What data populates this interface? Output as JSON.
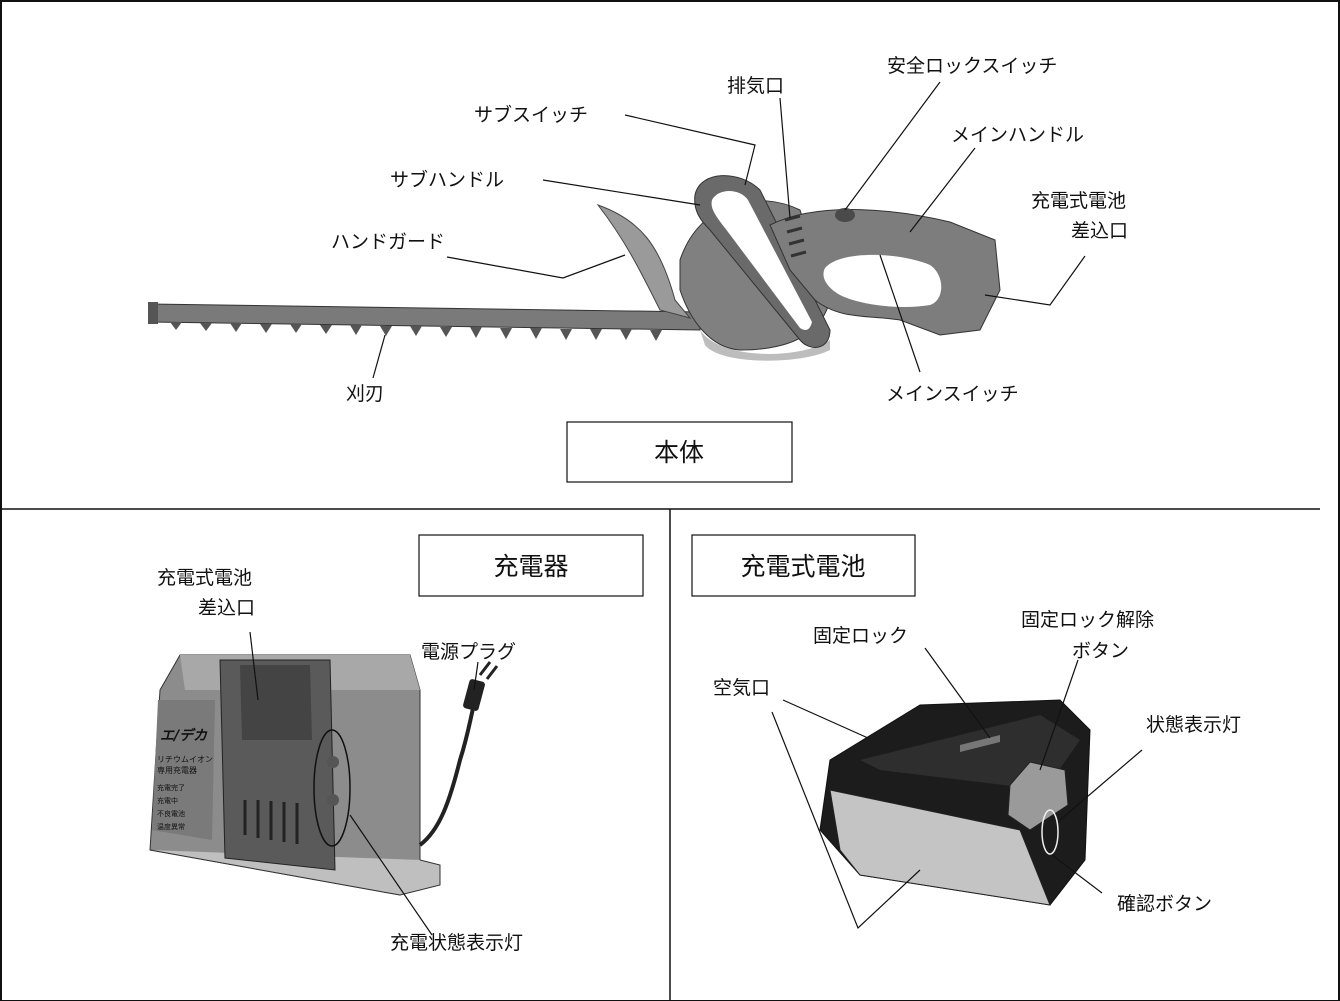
{
  "sections": {
    "main_body": {
      "title": "本体"
    },
    "charger": {
      "title": "充電器"
    },
    "battery": {
      "title": "充電式電池"
    }
  },
  "labels": {
    "exhaust_port": "排気口",
    "safety_lock_switch": "安全ロックスイッチ",
    "sub_switch": "サブスイッチ",
    "main_handle": "メインハンドル",
    "sub_handle": "サブハンドル",
    "battery_slot_line1": "充電式電池",
    "battery_slot_line2": "差込口",
    "hand_guard": "ハンドガード",
    "blade": "刈刃",
    "main_switch": "メインスイッチ",
    "charger_slot_line1": "充電式電池",
    "charger_slot_line2": "差込口",
    "power_plug": "電源プラグ",
    "charge_status_lamp": "充電状態表示灯",
    "fixing_lock": "固定ロック",
    "fixing_lock_release_line1": "固定ロック解除",
    "fixing_lock_release_line2": "ボタン",
    "air_vent": "空気口",
    "status_lamp": "状態表示灯",
    "check_button": "確認ボタン"
  },
  "charger_panel": {
    "brand": "エ/デカ",
    "model_line1": "リチウムイオン",
    "model_line2": "専用充電器",
    "status_rows": [
      "充電完了",
      "充電中",
      "不良電池",
      "温度異常"
    ]
  },
  "colors": {
    "line": "#111111",
    "tool_dark": "#6d6d6d",
    "tool_mid": "#8a8a8a",
    "tool_light": "#c9c9c9",
    "battery_black": "#1c1c1c"
  }
}
